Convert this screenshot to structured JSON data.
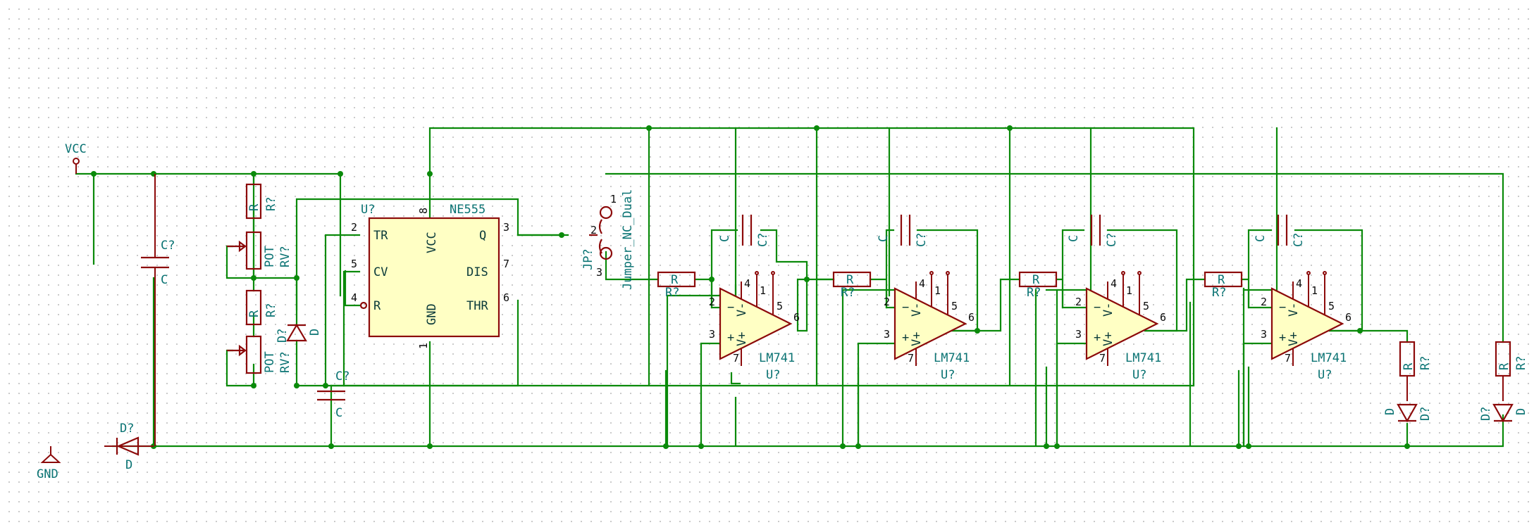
{
  "power": {
    "vcc": "VCC",
    "gnd": "GND"
  },
  "timer": {
    "ref": "U?",
    "value": "NE555",
    "pins": {
      "tr": "TR",
      "cv": "CV",
      "r": "R",
      "vcc": "VCC",
      "gnd": "GND",
      "q": "Q",
      "dis": "DIS",
      "thr": "THR"
    },
    "pin_numbers": {
      "tr": "2",
      "cv": "5",
      "r": "4",
      "vcc": "8",
      "gnd": "1",
      "q": "3",
      "dis": "7",
      "thr": "6"
    }
  },
  "jumper": {
    "ref": "JP?",
    "value": "Jumper_NC_Dual",
    "pins": [
      "1",
      "2",
      "3"
    ]
  },
  "passives": {
    "resistor_ref": "R?",
    "resistor_value": "R",
    "pot_ref": "RV?",
    "pot_value": "POT",
    "cap_ref": "C?",
    "cap_value": "C",
    "diode_ref": "D?",
    "diode_value": "D"
  },
  "opamp": {
    "ref": "U?",
    "value": "LM741",
    "pin_in_minus": "2",
    "pin_in_plus": "3",
    "pin_out": "6",
    "pin_vminus": "4",
    "pin_vplus": "7",
    "pin_offset1": "1",
    "pin_offset2": "5",
    "label_vminus": "V-",
    "label_vplus": "V+",
    "sign_minus": "−",
    "sign_plus": "+"
  },
  "colors": {
    "wire": "#0a8a0a",
    "body": "#8c0a0a",
    "fill": "#ffffc4",
    "label": "#0a7373"
  }
}
